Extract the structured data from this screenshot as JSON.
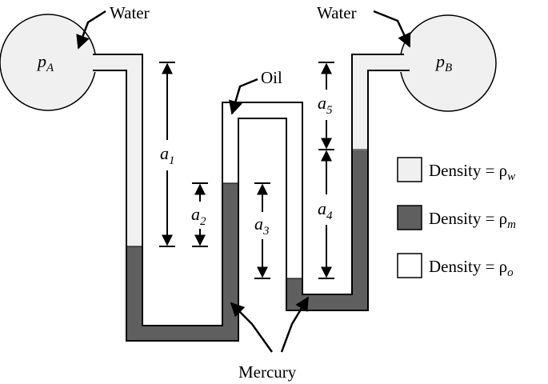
{
  "labels": {
    "water_left": "Water",
    "water_right": "Water",
    "oil": "Oil",
    "mercury": "Mercury"
  },
  "bulbs": {
    "left": {
      "symbol": "p",
      "subscript": "A"
    },
    "right": {
      "symbol": "p",
      "subscript": "B"
    }
  },
  "dimensions": [
    {
      "symbol": "a",
      "subscript": "1"
    },
    {
      "symbol": "a",
      "subscript": "2"
    },
    {
      "symbol": "a",
      "subscript": "3"
    },
    {
      "symbol": "a",
      "subscript": "4"
    },
    {
      "symbol": "a",
      "subscript": "5"
    }
  ],
  "legend": [
    {
      "prefix": "Density = ",
      "symbol": "ρ",
      "subscript": "w",
      "color": "#f0f0f0"
    },
    {
      "prefix": "Density = ",
      "symbol": "ρ",
      "subscript": "m",
      "color": "#5f5f5f"
    },
    {
      "prefix": "Density = ",
      "symbol": "ρ",
      "subscript": "o",
      "color": "#ffffff"
    }
  ],
  "colors": {
    "water": "#f0f0f0",
    "mercury": "#5f5f5f",
    "oil": "#ffffff",
    "outline": "#000000"
  }
}
